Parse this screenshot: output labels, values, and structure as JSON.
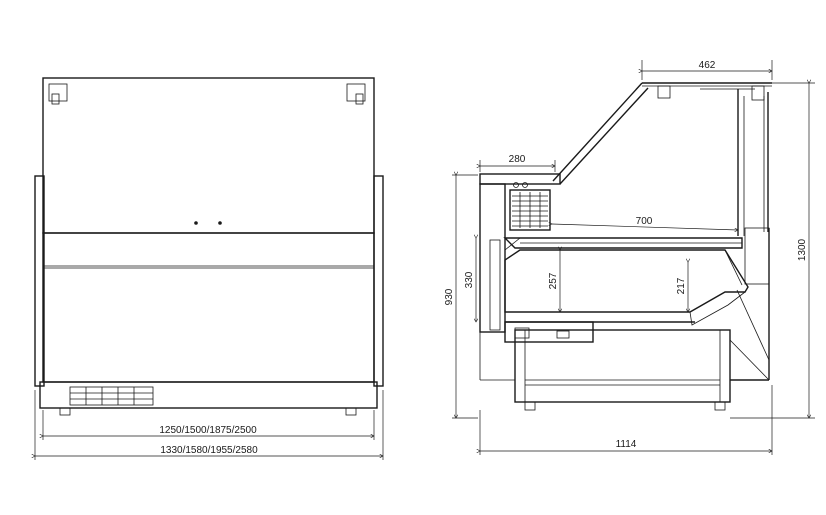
{
  "front_view": {
    "dim_inner_width": "1250/1500/1875/2500",
    "dim_outer_width": "1330/1580/1955/2580"
  },
  "side_view": {
    "dim_top_width": "462",
    "dim_shelf_depth": "280",
    "dim_shelf_width": "700",
    "dim_shelf_height": "330",
    "dim_upper_clearance": "257",
    "dim_lower_clearance": "217",
    "dim_counter_height": "930",
    "dim_total_height": "1300",
    "dim_total_depth": "1114"
  }
}
